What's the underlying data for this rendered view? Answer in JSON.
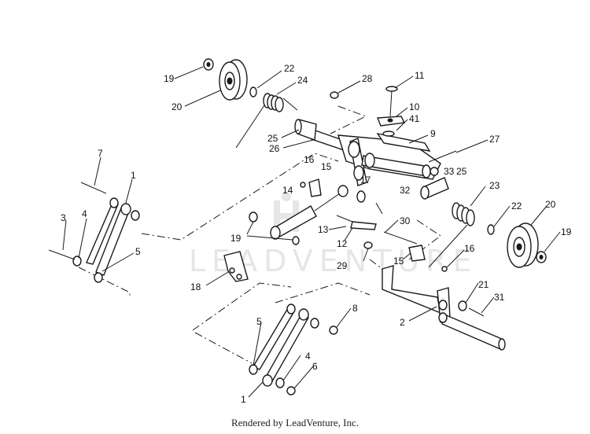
{
  "watermark": "LEADVENTURE",
  "credit": "Rendered by LeadVenture, Inc.",
  "callouts": [
    {
      "id": "c19a",
      "text": "19"
    },
    {
      "id": "c20a",
      "text": "20"
    },
    {
      "id": "c22a",
      "text": "22"
    },
    {
      "id": "c24",
      "text": "24"
    },
    {
      "id": "c25a",
      "text": "25"
    },
    {
      "id": "c26",
      "text": "26"
    },
    {
      "id": "c28",
      "text": "28"
    },
    {
      "id": "c11",
      "text": "11"
    },
    {
      "id": "c10",
      "text": "10"
    },
    {
      "id": "c41",
      "text": "41"
    },
    {
      "id": "c9",
      "text": "9"
    },
    {
      "id": "c27",
      "text": "27"
    },
    {
      "id": "c33",
      "text": "33"
    },
    {
      "id": "c25b",
      "text": "25"
    },
    {
      "id": "c7",
      "text": "7"
    },
    {
      "id": "c1a",
      "text": "1"
    },
    {
      "id": "c16a",
      "text": "16"
    },
    {
      "id": "c15a",
      "text": "15"
    },
    {
      "id": "c14",
      "text": "14"
    },
    {
      "id": "c17",
      "text": "17"
    },
    {
      "id": "c32",
      "text": "32"
    },
    {
      "id": "c23",
      "text": "23"
    },
    {
      "id": "c22b",
      "text": "22"
    },
    {
      "id": "c20b",
      "text": "20"
    },
    {
      "id": "c3",
      "text": "3"
    },
    {
      "id": "c4a",
      "text": "4"
    },
    {
      "id": "c5a",
      "text": "5"
    },
    {
      "id": "c19b",
      "text": "19"
    },
    {
      "id": "c13",
      "text": "13"
    },
    {
      "id": "c30",
      "text": "30"
    },
    {
      "id": "c12",
      "text": "12"
    },
    {
      "id": "c29",
      "text": "29"
    },
    {
      "id": "c15b",
      "text": "15"
    },
    {
      "id": "c16b",
      "text": "16"
    },
    {
      "id": "c19c",
      "text": "19"
    },
    {
      "id": "c18",
      "text": "18"
    },
    {
      "id": "c21",
      "text": "21"
    },
    {
      "id": "c31",
      "text": "31"
    },
    {
      "id": "c8",
      "text": "8"
    },
    {
      "id": "c5b",
      "text": "5"
    },
    {
      "id": "c2",
      "text": "2"
    },
    {
      "id": "c4b",
      "text": "4"
    },
    {
      "id": "c6",
      "text": "6"
    },
    {
      "id": "c1b",
      "text": "1"
    }
  ]
}
